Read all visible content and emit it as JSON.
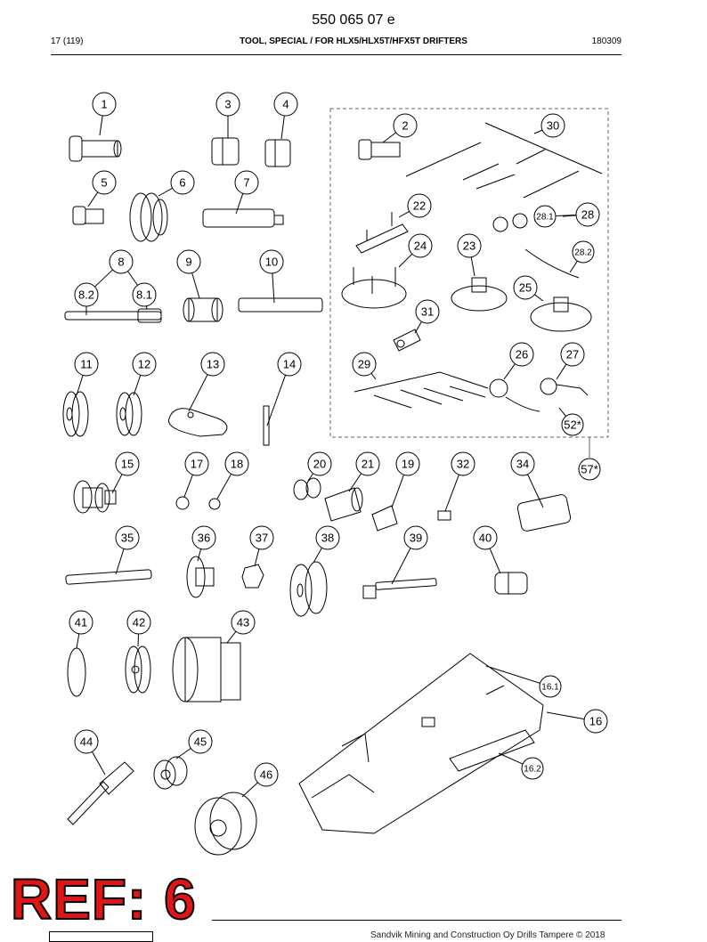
{
  "header": {
    "doc_number": "550 065 07 e",
    "page_info": "17 (119)",
    "title": "TOOL, SPECIAL / FOR HLX5/HLX5T/HFX5T DRIFTERS",
    "date_code": "180309"
  },
  "callouts": {
    "c1": "1",
    "c3": "3",
    "c4": "4",
    "c2": "2",
    "c30": "30",
    "c5": "5",
    "c6": "6",
    "c7": "7",
    "c22": "22",
    "c28_1": "28.1",
    "c28": "28",
    "c24": "24",
    "c23": "23",
    "c28_2": "28.2",
    "c8": "8",
    "c9": "9",
    "c10": "10",
    "c8_2": "8.2",
    "c8_1": "8.1",
    "c25": "25",
    "c31": "31",
    "c11": "11",
    "c12": "12",
    "c13": "13",
    "c14": "14",
    "c29": "29",
    "c26": "26",
    "c27": "27",
    "c52": "52*",
    "c15": "15",
    "c17": "17",
    "c18": "18",
    "c20": "20",
    "c21": "21",
    "c19": "19",
    "c32": "32",
    "c34": "34",
    "c57": "57*",
    "c35": "35",
    "c36": "36",
    "c37": "37",
    "c38": "38",
    "c39": "39",
    "c40": "40",
    "c41": "41",
    "c42": "42",
    "c43": "43",
    "c16_1": "16.1",
    "c16": "16",
    "c16_2": "16.2",
    "c44": "44",
    "c45": "45",
    "c46": "46"
  },
  "stamp": {
    "text": "REF: 6"
  },
  "footer": {
    "copyright": "Sandvik Mining and Construction Oy Drills Tampere © 2018"
  }
}
